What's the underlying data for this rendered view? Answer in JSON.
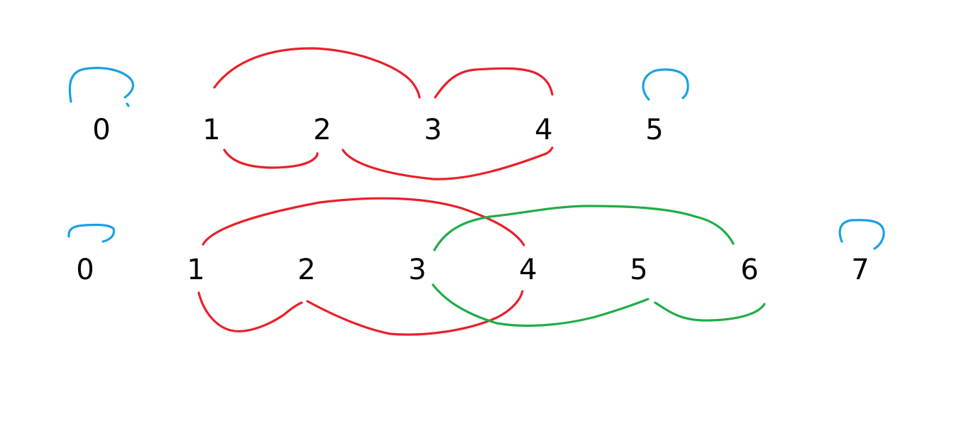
{
  "colors": {
    "self_loop": "#1ba1e2",
    "group_red": "#e8202a",
    "group_green": "#1fad48",
    "text": "#000000"
  },
  "rows": [
    {
      "nodes": [
        "0",
        "1",
        "2",
        "3",
        "4",
        "5"
      ],
      "arcs": [
        {
          "from": "0",
          "to": "0",
          "color": "self_loop",
          "side": "above"
        },
        {
          "from": "1",
          "to": "3",
          "color": "group_red",
          "side": "above"
        },
        {
          "from": "3",
          "to": "4",
          "color": "group_red",
          "side": "above"
        },
        {
          "from": "5",
          "to": "5",
          "color": "self_loop",
          "side": "above"
        },
        {
          "from": "1",
          "to": "2",
          "color": "group_red",
          "side": "below"
        },
        {
          "from": "2",
          "to": "4",
          "color": "group_red",
          "side": "below"
        }
      ]
    },
    {
      "nodes": [
        "0",
        "1",
        "2",
        "3",
        "4",
        "5",
        "6",
        "7"
      ],
      "arcs": [
        {
          "from": "0",
          "to": "0",
          "color": "self_loop",
          "side": "above"
        },
        {
          "from": "1",
          "to": "4",
          "color": "group_red",
          "side": "above"
        },
        {
          "from": "3",
          "to": "6",
          "color": "group_green",
          "side": "above"
        },
        {
          "from": "7",
          "to": "7",
          "color": "self_loop",
          "side": "above"
        },
        {
          "from": "1",
          "to": "2",
          "color": "group_red",
          "side": "below"
        },
        {
          "from": "2",
          "to": "4",
          "color": "group_red",
          "side": "below"
        },
        {
          "from": "3",
          "to": "5",
          "color": "group_green",
          "side": "below"
        },
        {
          "from": "5",
          "to": "6",
          "color": "group_green",
          "side": "below"
        }
      ]
    }
  ]
}
